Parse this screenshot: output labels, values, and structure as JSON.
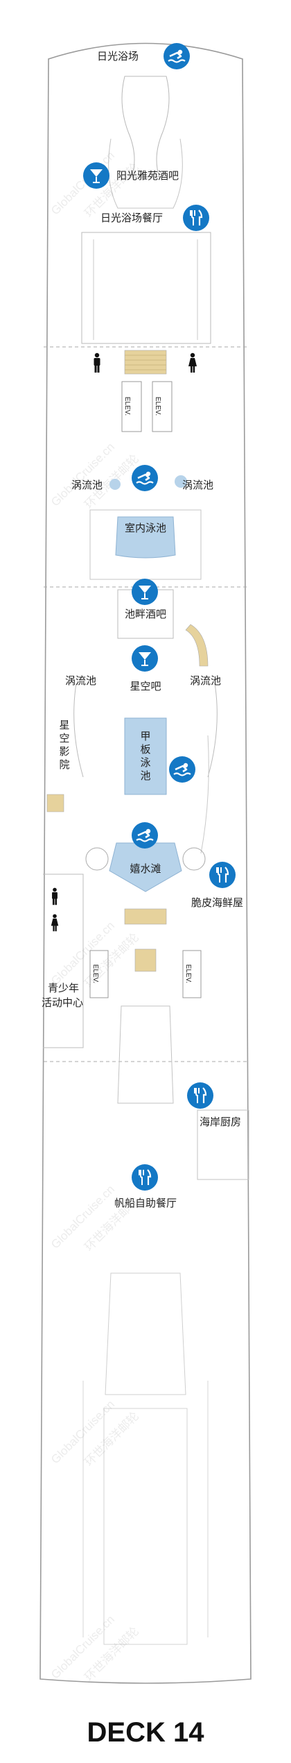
{
  "deck_title": "DECK 14",
  "watermark": {
    "en": "GlobalCruise.cn",
    "cn": "环世海洋邮轮"
  },
  "colors": {
    "icon_blue": "#1478c5",
    "pool_fill": "#b7d3ea",
    "stairs": "#e6d29c",
    "outline": "#9a9a9a"
  },
  "venues": {
    "solarium": "日光浴场",
    "solarium_bar": "阳光雅苑酒吧",
    "solarium_bistro": "日光浴场餐厅",
    "whirlpool_left_1": "涡流池",
    "whirlpool_right_1": "涡流池",
    "indoor_pool": "室内泳池",
    "poolside_bar": "池畔酒吧",
    "whirlpool_left_2": "涡流池",
    "starlight_bar": "星空吧",
    "whirlpool_right_2": "涡流池",
    "outdoor_cinema": "星空影院",
    "deck_pool": "甲板泳池",
    "splash_pad": "嬉水滩",
    "seafood_shack": "脆皮海鲜屋",
    "youth_center_line1": "青少年",
    "youth_center_line2": "活动中心",
    "coastal_kitchen": "海岸厨房",
    "windjammer": "帆船自助餐厅"
  },
  "elevator_label": "ELEV.",
  "icons": [
    "pool-swimmer-icon",
    "cocktail-icon",
    "dining-icon",
    "restroom-man-icon",
    "restroom-woman-icon",
    "pool-swimmer-icon",
    "cocktail-icon",
    "cocktail-icon",
    "pool-swimmer-icon",
    "pool-swimmer-icon",
    "dining-icon",
    "dining-icon",
    "dining-icon",
    "restroom-man-icon",
    "restroom-woman-icon"
  ]
}
